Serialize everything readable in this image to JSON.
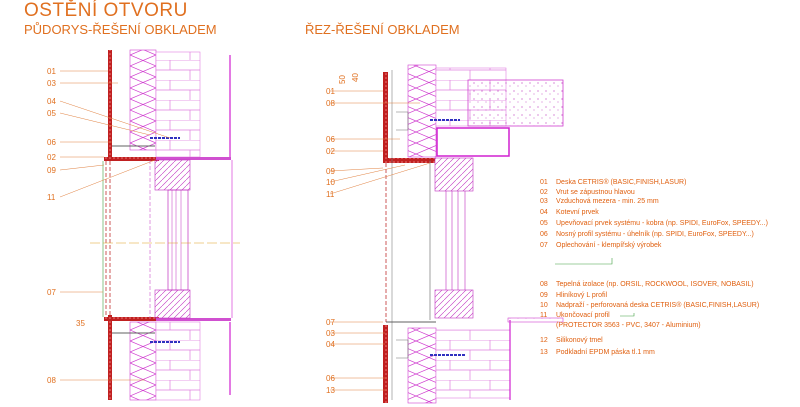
{
  "title": "OSTĚNÍ OTVORU",
  "left_view": {
    "title": "PŮDORYS-ŘEŠENÍ OBKLADEM",
    "callouts": [
      "01",
      "03",
      "04",
      "05",
      "06",
      "02",
      "09",
      "11",
      "07",
      "08"
    ],
    "dimension": "35"
  },
  "right_view": {
    "title": "ŘEZ-ŘEŠENÍ OBKLADEM",
    "callouts": [
      "01",
      "08",
      "06",
      "02",
      "09",
      "10",
      "11",
      "07",
      "03",
      "04",
      "06",
      "13"
    ],
    "dimensions": [
      "50",
      "40"
    ]
  },
  "legend": [
    {
      "num": "01",
      "text": "Deska CETRIS® (BASIC,FINISH,LASUR)"
    },
    {
      "num": "02",
      "text": "Vrut se zápustnou hlavou"
    },
    {
      "num": "03",
      "text": "Vzduchová mezera - min. 25 mm"
    },
    {
      "num": "04",
      "text": "Kotevní prvek"
    },
    {
      "num": "05",
      "text": "Upevňovací prvek systému - kobra (np. SPIDI, EuroFox, SPEEDY...)"
    },
    {
      "num": "06",
      "text": "Nosný profil systému - úhelník (np. SPIDI, EuroFox, SPEEDY...)"
    },
    {
      "num": "07",
      "text": "Oplechování - klempířský výrobek"
    },
    {
      "num": "08",
      "text": "Tepelná izolace (np. ORSIL, ROCKWOOL, ISOVER, NOBASIL)"
    },
    {
      "num": "09",
      "text": "Hliníkový L profil"
    },
    {
      "num": "10",
      "text": "Nadpraží - perforovaná deska CETRIS® (BASIC,FINISH,LASUR)"
    },
    {
      "num": "11",
      "text": "Ukončovací profil"
    },
    {
      "num": "",
      "text": "(PROTECTOR 3563 - PVC, 3407 - Aluminium)"
    },
    {
      "num": "12",
      "text": "Silikonový tmel"
    },
    {
      "num": "13",
      "text": "Podkladní EPDM páska tl.1 mm"
    }
  ]
}
